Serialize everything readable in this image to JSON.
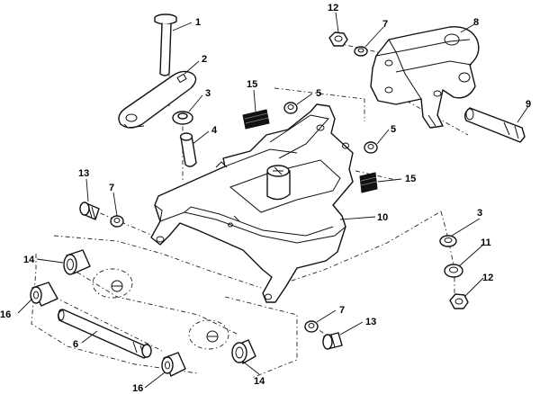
{
  "callouts": [
    {
      "id": "c1",
      "text": "1"
    },
    {
      "id": "c2",
      "text": "2"
    },
    {
      "id": "c3a",
      "text": "3"
    },
    {
      "id": "c4",
      "text": "4"
    },
    {
      "id": "c15a",
      "text": "15"
    },
    {
      "id": "c5a",
      "text": "5"
    },
    {
      "id": "c5b",
      "text": "5"
    },
    {
      "id": "c12a",
      "text": "12"
    },
    {
      "id": "c7a",
      "text": "7"
    },
    {
      "id": "c8",
      "text": "8"
    },
    {
      "id": "c9",
      "text": "9"
    },
    {
      "id": "c15b",
      "text": "15"
    },
    {
      "id": "c13a",
      "text": "13"
    },
    {
      "id": "c7b",
      "text": "7"
    },
    {
      "id": "c10",
      "text": "10"
    },
    {
      "id": "c3b",
      "text": "3"
    },
    {
      "id": "c11",
      "text": "11"
    },
    {
      "id": "c12b",
      "text": "12"
    },
    {
      "id": "c14a",
      "text": "14"
    },
    {
      "id": "c16a",
      "text": "16"
    },
    {
      "id": "c6",
      "text": "6"
    },
    {
      "id": "c7c",
      "text": "7"
    },
    {
      "id": "c13b",
      "text": "13"
    },
    {
      "id": "c16b",
      "text": "16"
    },
    {
      "id": "c14b",
      "text": "14"
    }
  ]
}
